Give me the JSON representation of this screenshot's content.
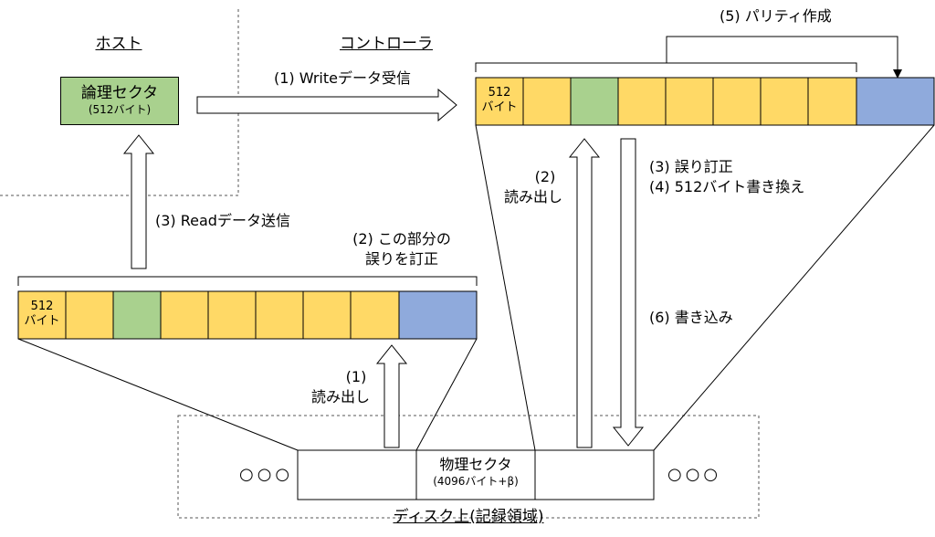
{
  "labels": {
    "host": "ホスト",
    "controller": "コントローラ",
    "write_receive": "(1) Writeデータ受信",
    "parity_create": "(5) パリティ作成",
    "read_send": "(3) Readデータ送信",
    "correct_part_1": "(2) この部分の",
    "correct_part_2": "誤りを訂正",
    "controller_read_1": "(2)",
    "controller_read_2": "読み出し",
    "error_correct": "(3) 誤り訂正",
    "rewrite_512": "(4) 512バイト書き換え",
    "disk_read_1": "(1)",
    "disk_read_2": "読み出し",
    "write_in": "(6) 書き込み",
    "disk_area": "ディスク上(記録領域)",
    "dots_left": "○○○",
    "dots_right": "○○○"
  },
  "host_sector": {
    "line1": "論理セクタ",
    "line2": "(512バイト)"
  },
  "physical_sector": {
    "line1": "物理セクタ",
    "line2": "(4096バイト+β)"
  },
  "buffer": {
    "first_cell_line1": "512",
    "first_cell_line2": "バイト"
  },
  "colors": {
    "data": "#ffd966",
    "updated": "#a9d18e",
    "parity": "#8faadc",
    "outline": "#000000",
    "dashed": "#555555"
  }
}
